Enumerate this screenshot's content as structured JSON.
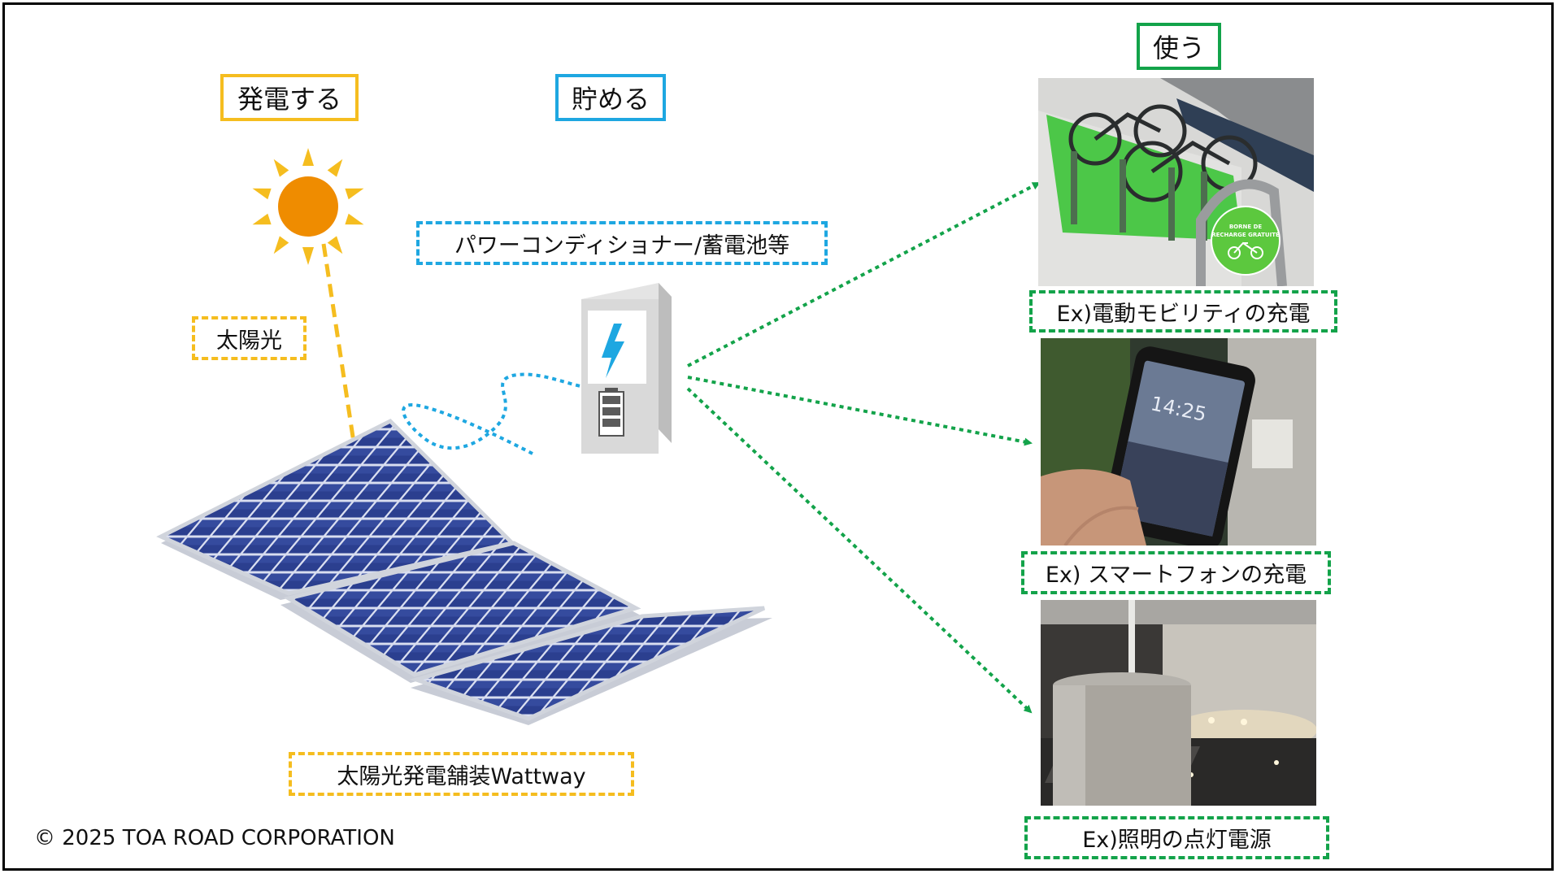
{
  "stages": {
    "generate": "発電する",
    "store": "貯める",
    "use": "使う"
  },
  "labels": {
    "sunlight": "太陽光",
    "inverter": "パワーコンディショナー/蓄電池等",
    "pavement": "太陽光発電舗装Wattway"
  },
  "uses": [
    {
      "caption": "Ex)電動モビリティの充電",
      "sign_line1": "BORNE DE",
      "sign_line2": "RECHARGE GRATUITE"
    },
    {
      "caption": "Ex) スマートフォンの充電",
      "phone_time": "14:25"
    },
    {
      "caption": "Ex)照明の点灯電源"
    }
  ],
  "copyright": "© 2025 TOA ROAD CORPORATION",
  "colors": {
    "generate": "#f5bd1f",
    "store": "#1ea7e1",
    "use": "#13a34a",
    "sun": "#ef8c00",
    "panel": "#2b3f8f"
  }
}
